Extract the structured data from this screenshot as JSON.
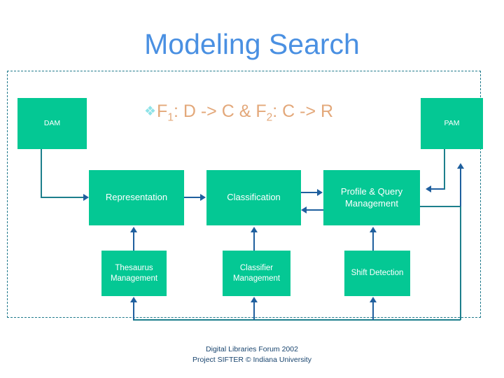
{
  "slide": {
    "title": "Modeling Search",
    "title_color": "#4a90e2",
    "accent_box_color": "#04c894",
    "dashed_border_color": "#1f7a8c",
    "arrow_color": "#1f5f9e",
    "formula": {
      "bullet_icon": "diamond-bullet-icon",
      "bullet_glyph": "❖",
      "text_full": "F1: D -> C & F2: C -> R",
      "f1_name": "F",
      "f1_sub": "1",
      "f1_mapping": ": D -> C ",
      "ampersand": "& ",
      "f2_name": "F",
      "f2_sub": "2",
      "f2_mapping": ": C -> R",
      "color": "#e3a87a"
    },
    "endpoints": {
      "dam": "DAM",
      "pam": "PAM"
    },
    "pipeline": [
      {
        "id": "representation",
        "label": "Representation"
      },
      {
        "id": "classification",
        "label": "Classification"
      },
      {
        "id": "profile-query-management",
        "label": "Profile & Query Management"
      }
    ],
    "support": [
      {
        "id": "thesaurus-management",
        "label": "Thesaurus Management"
      },
      {
        "id": "classifier-management",
        "label": "Classifier Management"
      },
      {
        "id": "shift-detection",
        "label": "Shift Detection"
      }
    ],
    "footer": {
      "line1": "Digital Libraries Forum 2002",
      "line2": "Project SIFTER © Indiana University"
    }
  }
}
